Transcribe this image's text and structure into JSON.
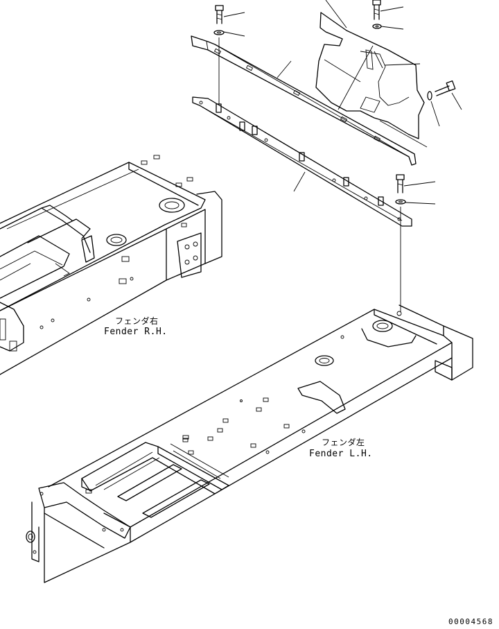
{
  "labels": {
    "fender_rh_jp": "フェンダ右",
    "fender_rh_en": "Fender R.H.",
    "fender_lh_jp": "フェンダ左",
    "fender_lh_en": "Fender L.H."
  },
  "document_number": "00004568"
}
